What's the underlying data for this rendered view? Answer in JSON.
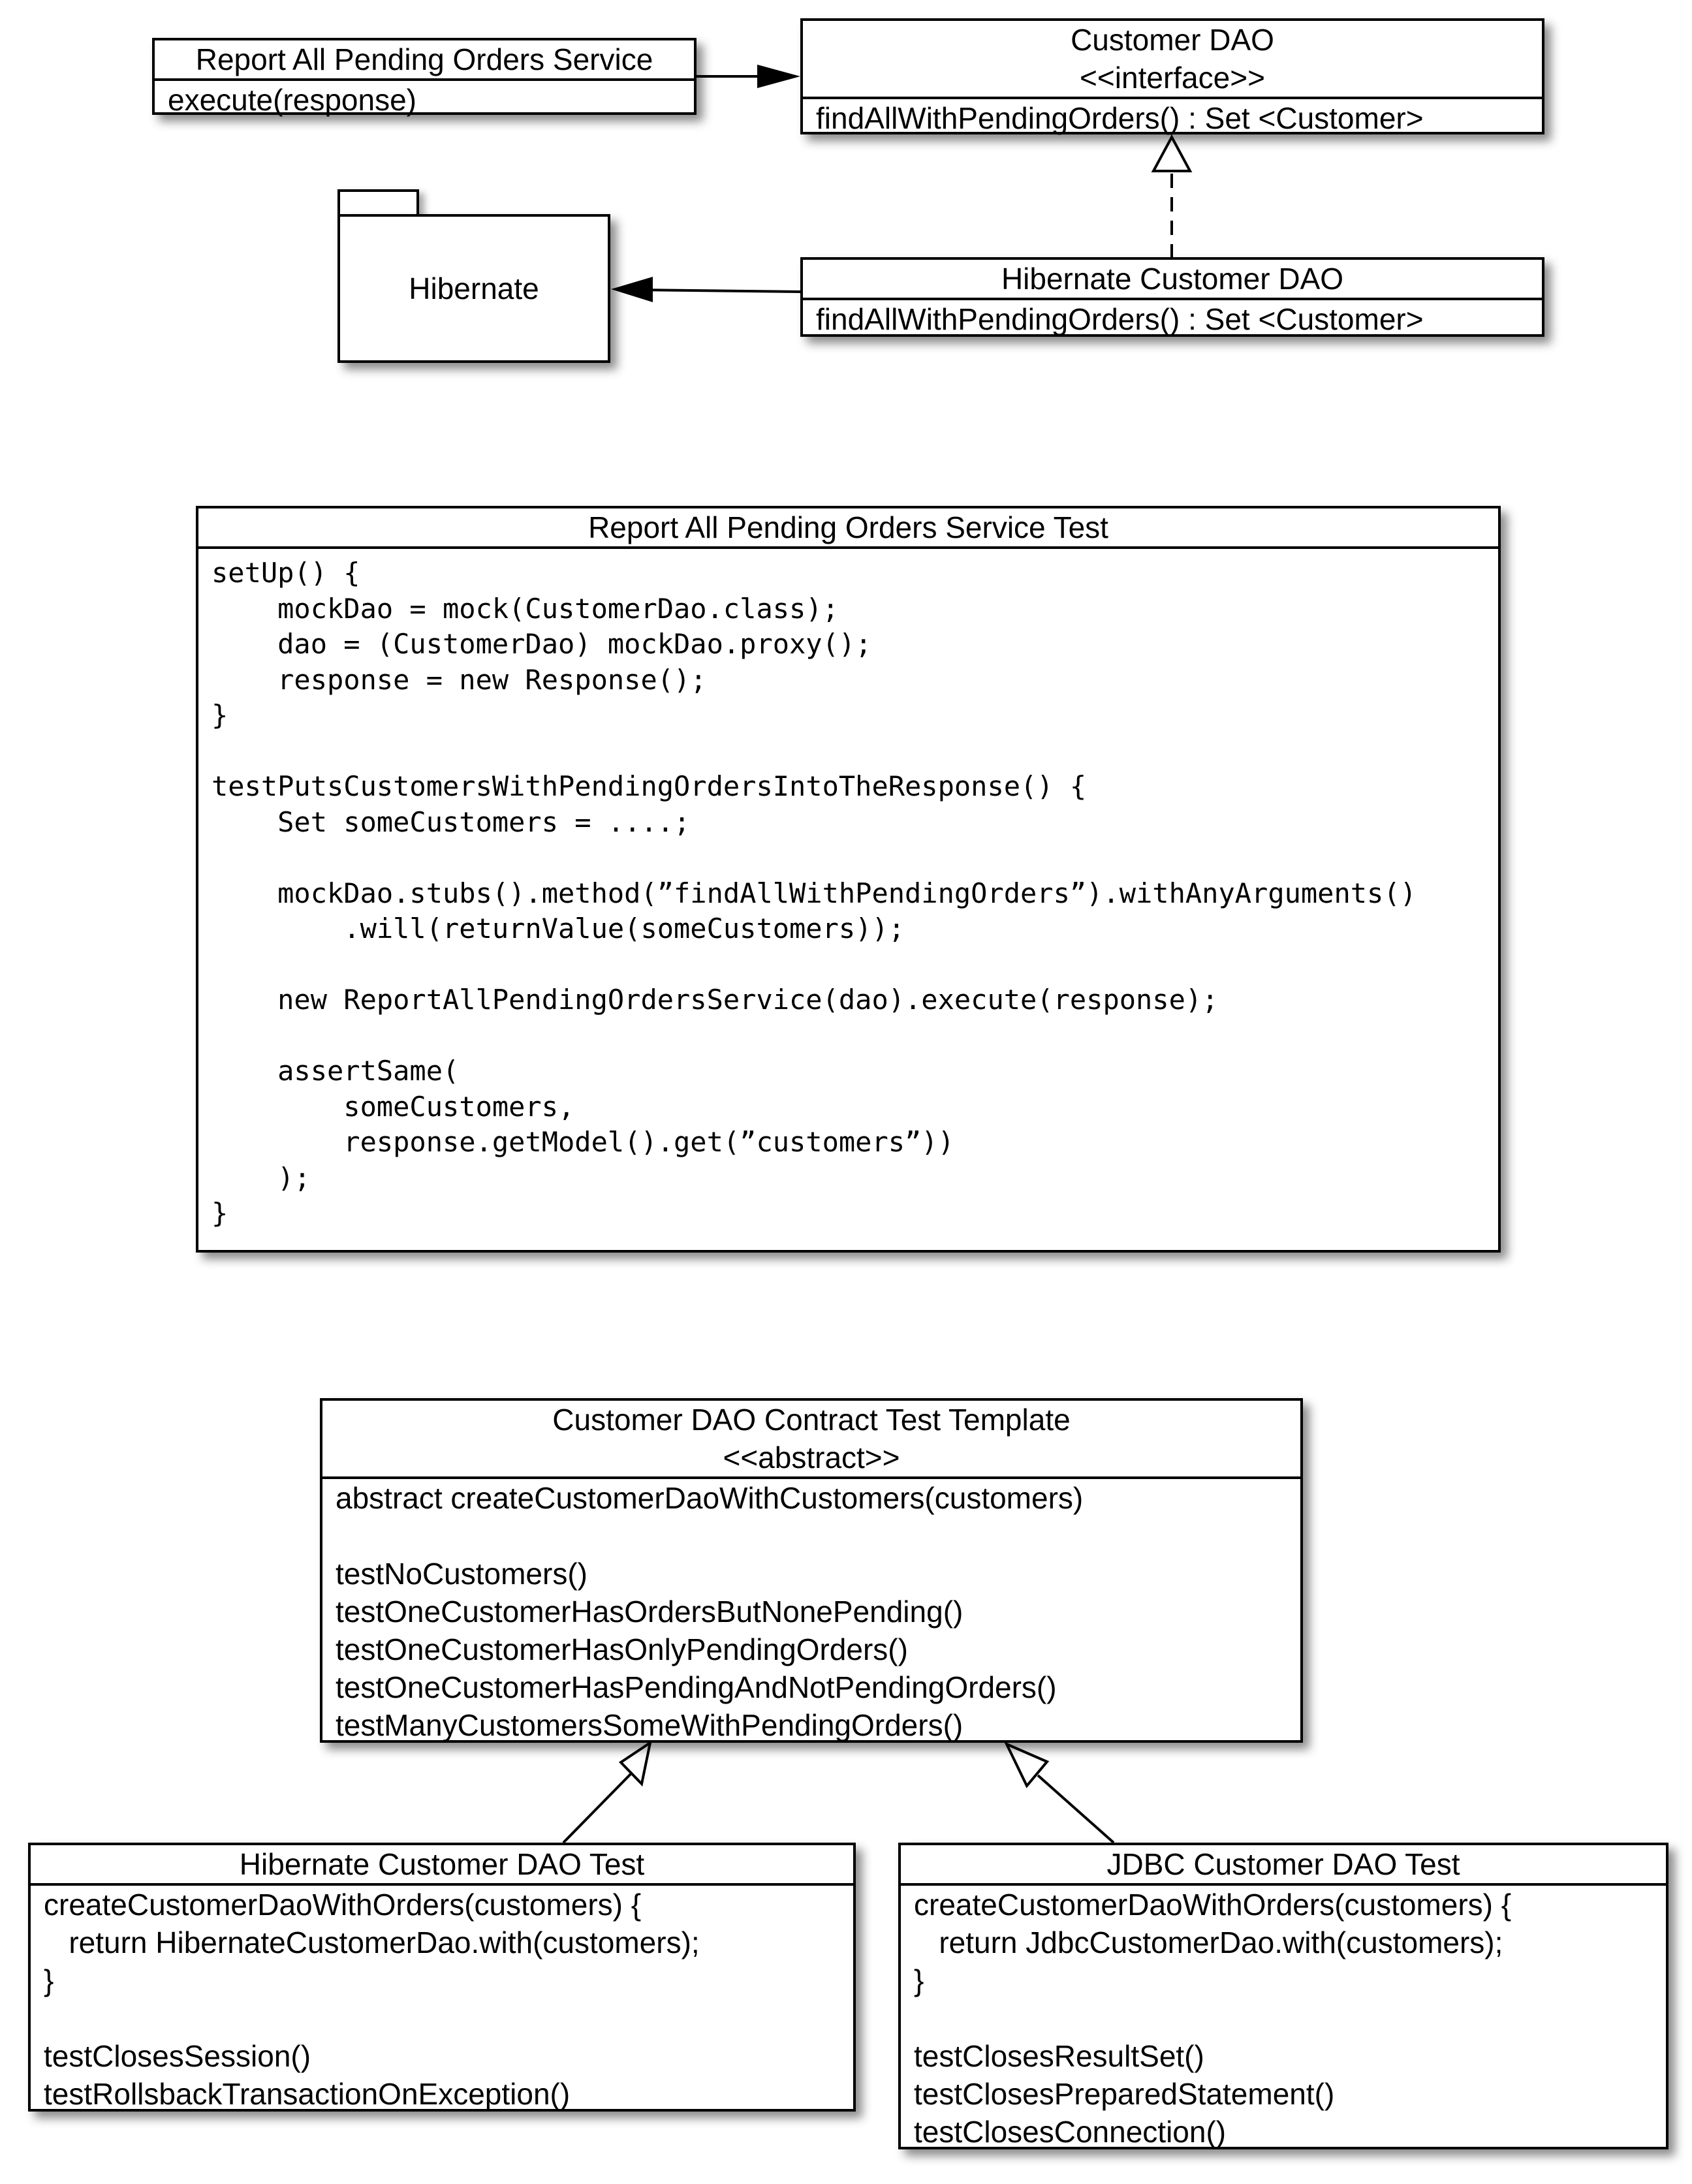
{
  "report_service": {
    "title": "Report All Pending Orders Service",
    "methods": [
      "execute(response)"
    ]
  },
  "customer_dao": {
    "title": "Customer DAO",
    "stereotype": "<<interface>>",
    "methods": [
      "findAllWithPendingOrders() : Set <Customer>"
    ]
  },
  "hibernate_package": {
    "label": "Hibernate"
  },
  "hibernate_customer_dao": {
    "title": "Hibernate Customer DAO",
    "methods": [
      "findAllWithPendingOrders() : Set <Customer>"
    ]
  },
  "service_test": {
    "title": "Report All Pending Orders Service Test",
    "code": [
      "setUp() {",
      "    mockDao = mock(CustomerDao.class);",
      "    dao = (CustomerDao) mockDao.proxy();",
      "    response = new Response();",
      "}",
      "",
      "testPutsCustomersWithPendingOrdersIntoTheResponse() {",
      "    Set someCustomers = ....;",
      "",
      "    mockDao.stubs().method(”findAllWithPendingOrders”).withAnyArguments()",
      "        .will(returnValue(someCustomers));",
      "",
      "    new ReportAllPendingOrdersService(dao).execute(response);",
      "",
      "    assertSame(",
      "        someCustomers,",
      "        response.getModel().get(”customers”))",
      "    );",
      "}"
    ]
  },
  "contract_test": {
    "title": "Customer DAO Contract Test Template",
    "stereotype": "<<abstract>>",
    "methods": [
      "abstract createCustomerDaoWithCustomers(customers)",
      "",
      "testNoCustomers()",
      "testOneCustomerHasOrdersButNonePending()",
      "testOneCustomerHasOnlyPendingOrders()",
      "testOneCustomerHasPendingAndNotPendingOrders()",
      "testManyCustomersSomeWithPendingOrders()"
    ]
  },
  "hibernate_dao_test": {
    "title": "Hibernate Customer DAO Test",
    "methods": [
      "createCustomerDaoWithOrders(customers) {",
      "   return HibernateCustomerDao.with(customers);",
      "}",
      "",
      "testClosesSession()",
      "testRollsbackTransactionOnException()"
    ]
  },
  "jdbc_dao_test": {
    "title": "JDBC Customer DAO Test",
    "methods": [
      "createCustomerDaoWithOrders(customers) {",
      "   return JdbcCustomerDao.with(customers);",
      "}",
      "",
      "testClosesResultSet()",
      "testClosesPreparedStatement()",
      "testClosesConnection()"
    ]
  }
}
